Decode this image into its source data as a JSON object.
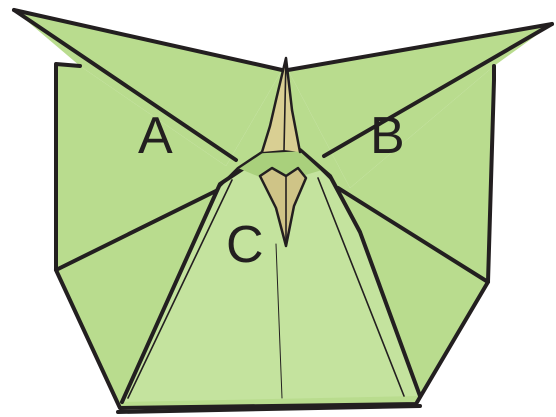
{
  "diagram": {
    "labels": {
      "a": "A",
      "b": "B",
      "c": "C"
    },
    "colors": {
      "paper_fill": "#b9dc8e",
      "paper_fill_light": "#c4e39e",
      "paper_inner": "#a9d07c",
      "tan_fill": "#d9cf93",
      "tan_fill_dark": "#cfc487",
      "stroke": "#231f20"
    }
  }
}
